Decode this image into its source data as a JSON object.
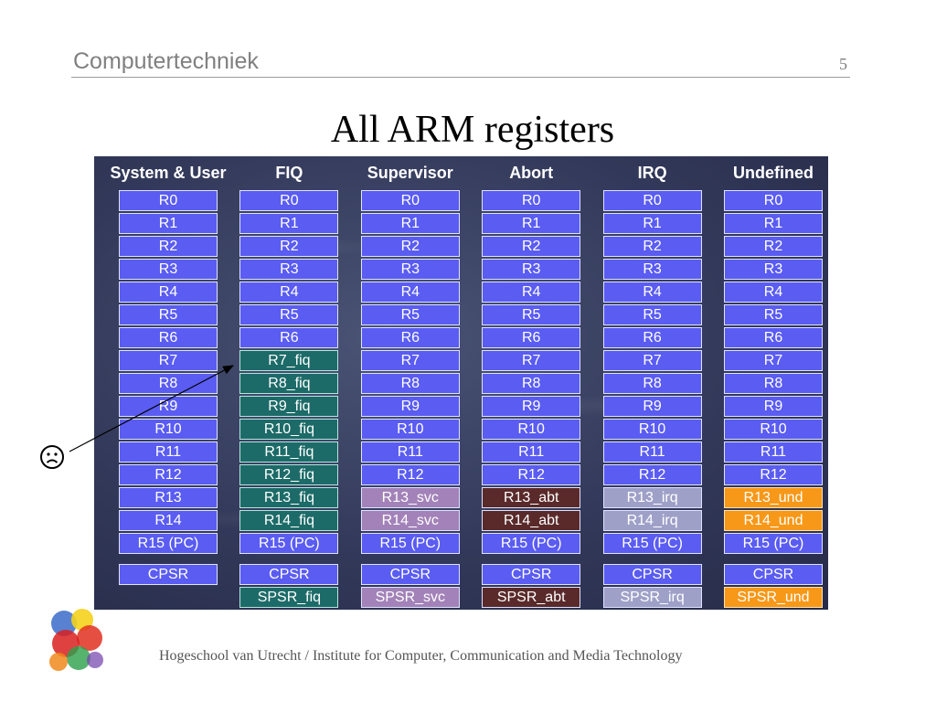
{
  "header": {
    "title": "Computertechniek",
    "page_number": "5"
  },
  "slide": {
    "title": "All ARM registers"
  },
  "modes": [
    {
      "name": "System & User",
      "kind": "usr",
      "registers": [
        "R0",
        "R1",
        "R2",
        "R3",
        "R4",
        "R5",
        "R6",
        "R7",
        "R8",
        "R9",
        "R10",
        "R11",
        "R12",
        "R13",
        "R14",
        "R15 (PC)"
      ],
      "status": [
        "CPSR"
      ]
    },
    {
      "name": "FIQ",
      "kind": "fiq",
      "registers": [
        "R0",
        "R1",
        "R2",
        "R3",
        "R4",
        "R5",
        "R6",
        "R7_fiq",
        "R8_fiq",
        "R9_fiq",
        "R10_fiq",
        "R11_fiq",
        "R12_fiq",
        "R13_fiq",
        "R14_fiq",
        "R15 (PC)"
      ],
      "status": [
        "CPSR",
        "SPSR_fiq"
      ]
    },
    {
      "name": "Supervisor",
      "kind": "svc",
      "registers": [
        "R0",
        "R1",
        "R2",
        "R3",
        "R4",
        "R5",
        "R6",
        "R7",
        "R8",
        "R9",
        "R10",
        "R11",
        "R12",
        "R13_svc",
        "R14_svc",
        "R15 (PC)"
      ],
      "status": [
        "CPSR",
        "SPSR_svc"
      ]
    },
    {
      "name": "Abort",
      "kind": "abt",
      "registers": [
        "R0",
        "R1",
        "R2",
        "R3",
        "R4",
        "R5",
        "R6",
        "R7",
        "R8",
        "R9",
        "R10",
        "R11",
        "R12",
        "R13_abt",
        "R14_abt",
        "R15 (PC)"
      ],
      "status": [
        "CPSR",
        "SPSR_abt"
      ]
    },
    {
      "name": "IRQ",
      "kind": "irq",
      "registers": [
        "R0",
        "R1",
        "R2",
        "R3",
        "R4",
        "R5",
        "R6",
        "R7",
        "R8",
        "R9",
        "R10",
        "R11",
        "R12",
        "R13_irq",
        "R14_irq",
        "R15 (PC)"
      ],
      "status": [
        "CPSR",
        "SPSR_irq"
      ]
    },
    {
      "name": "Undefined",
      "kind": "und",
      "registers": [
        "R0",
        "R1",
        "R2",
        "R3",
        "R4",
        "R5",
        "R6",
        "R7",
        "R8",
        "R9",
        "R10",
        "R11",
        "R12",
        "R13_und",
        "R14_und",
        "R15 (PC)"
      ],
      "status": [
        "CPSR",
        "SPSR_und"
      ]
    }
  ],
  "annotation": {
    "icon": "frown-face-icon",
    "glyph": "☹"
  },
  "colors": {
    "general": "#5a5cf2",
    "fiq": "#1d6b68",
    "svc": "#a282b8",
    "abt": "#5a2a2a",
    "irq": "#9fa0c8",
    "und": "#f79818"
  },
  "footer": {
    "text": "Hogeschool van Utrecht / Institute for Computer, Communication and Media Technology"
  }
}
